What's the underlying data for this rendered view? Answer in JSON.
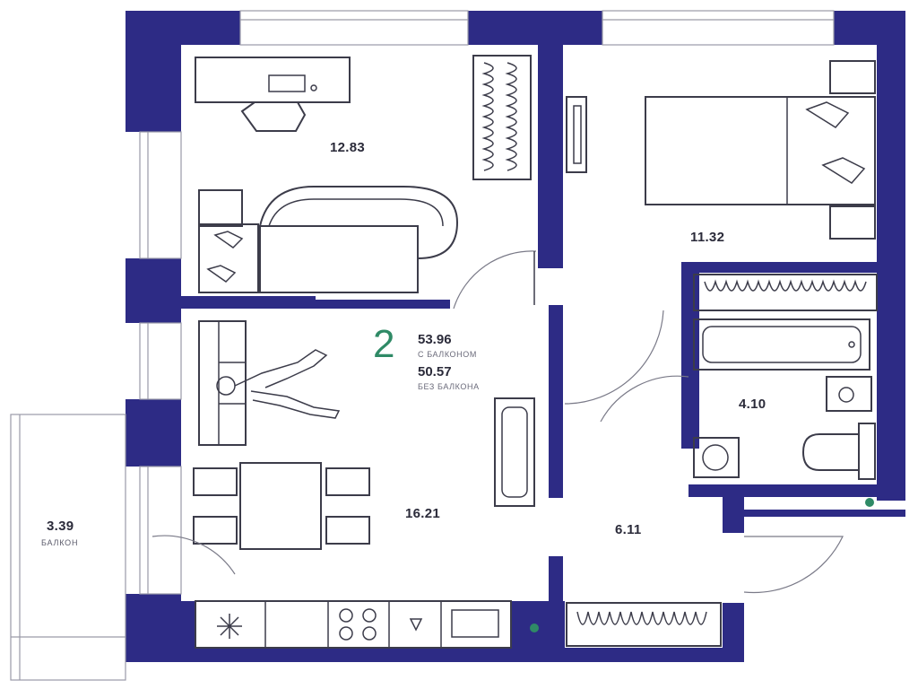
{
  "colors": {
    "wall": "#2d2b85",
    "furniture": "#3c3c4a",
    "accent": "#2f8a66"
  },
  "summary": {
    "room_count": "2",
    "total_area": "53.96",
    "total_area_label": "С БАЛКОНОМ",
    "net_area": "50.57",
    "net_area_label": "БЕЗ БАЛКОНА"
  },
  "rooms": {
    "room_top_left": {
      "area": "12.83"
    },
    "bedroom": {
      "area": "11.32"
    },
    "bathroom": {
      "area": "4.10"
    },
    "living_room": {
      "area": "16.21"
    },
    "hallway": {
      "area": "6.11"
    },
    "balcony": {
      "area": "3.39",
      "label": "БАЛКОН"
    }
  },
  "icons": [
    "desk-icon",
    "armchair-icon",
    "sofa-icon",
    "bed-icon",
    "tv-icon",
    "dining-table-icon",
    "radiator-icon",
    "bathtub-icon",
    "toilet-icon",
    "sink-icon",
    "washing-machine-icon",
    "stove-icon",
    "kitchen-sink-icon",
    "fridge-icon",
    "person-icon"
  ]
}
